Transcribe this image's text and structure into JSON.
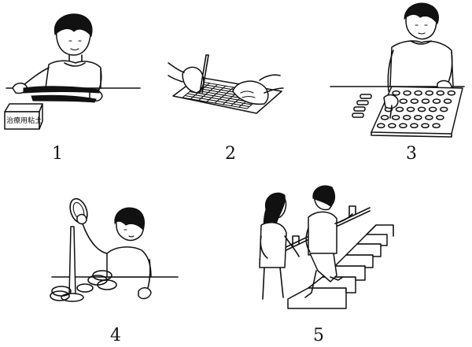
{
  "panels": [
    {
      "id": 1,
      "label": "1",
      "box_text": "治療用粘土"
    },
    {
      "id": 2,
      "label": "2"
    },
    {
      "id": 3,
      "label": "3"
    },
    {
      "id": 4,
      "label": "4"
    },
    {
      "id": 5,
      "label": "5"
    }
  ]
}
